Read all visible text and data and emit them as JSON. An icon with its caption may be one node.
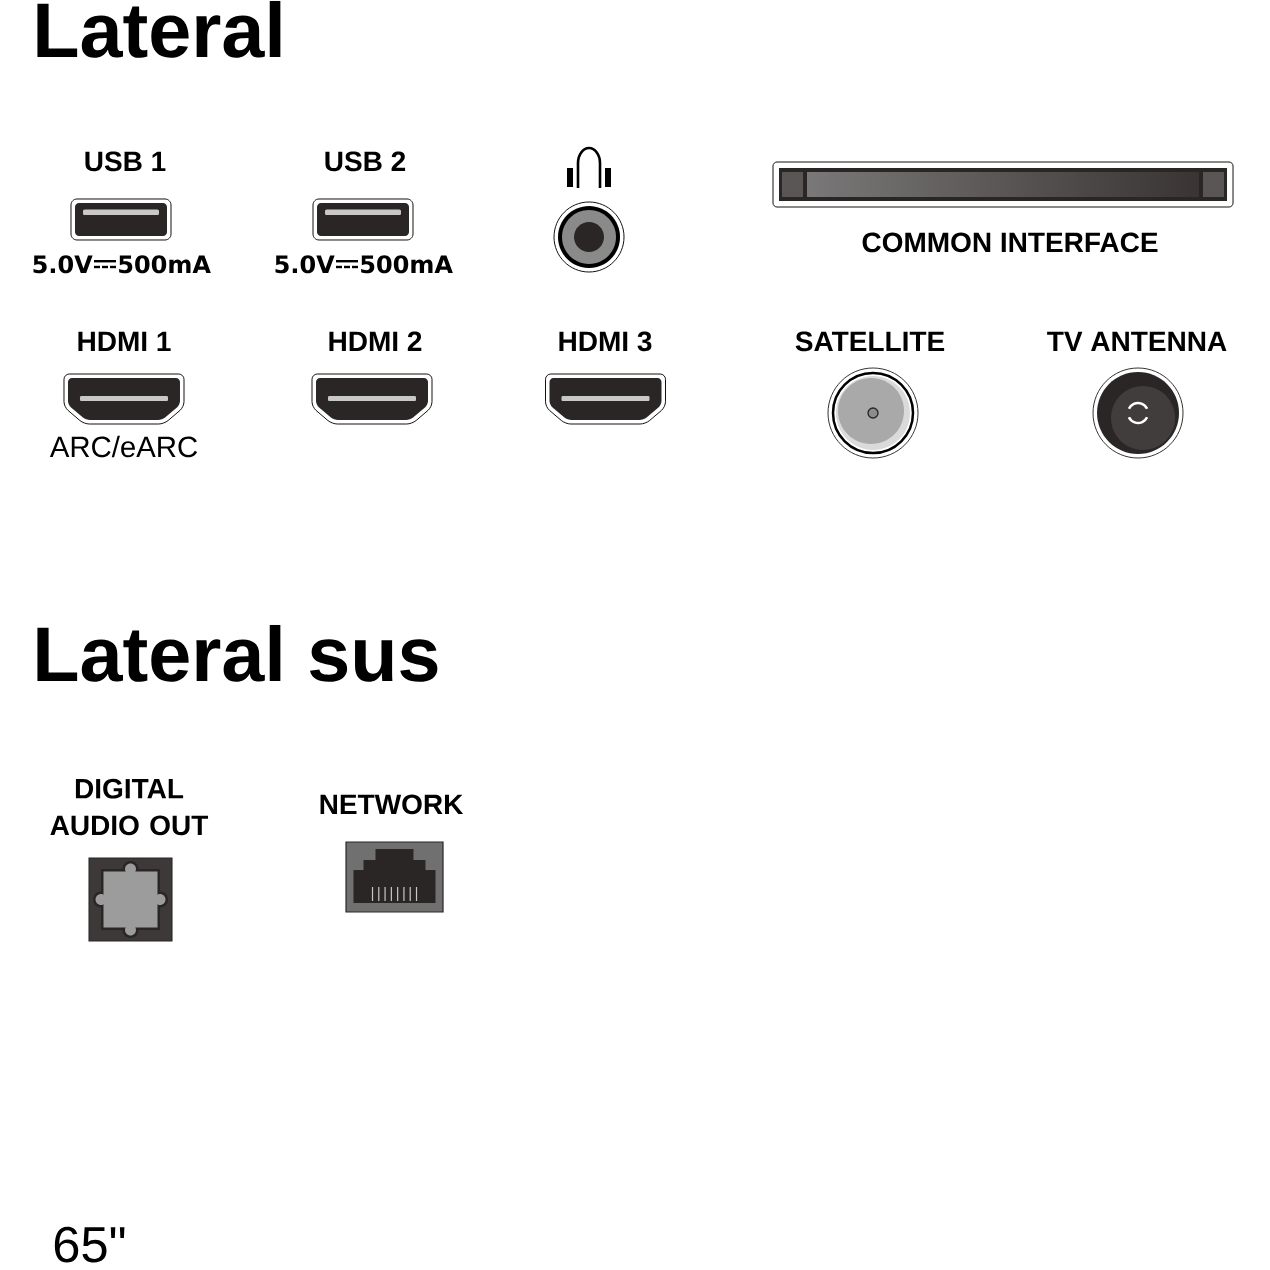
{
  "diagram": {
    "nodes": [
      {
        "text": [
          "USB 1"
        ],
        "beside": [
          "5.0V",
          "500mA"
        ]
      },
      {
        "text": [
          "USB 2"
        ],
        "beside": [
          "5.0V",
          "500mA"
        ]
      },
      {
        "text": [],
        "shape": "circle"
      },
      {
        "text": [
          "COMMON INTERFACE"
        ]
      },
      {
        "text": [
          "HDMI 1"
        ],
        "beside": [
          "ARC/eARC"
        ]
      },
      {
        "text": [
          "HDMI 2"
        ]
      },
      {
        "text": [
          "HDMI 3"
        ]
      },
      {
        "text": [
          "SATELLITE"
        ]
      },
      {
        "text": [
          "TV ANTENNA"
        ]
      },
      {
        "text": [
          "DIGITAL AUDIO OUT"
        ]
      },
      {
        "text": [
          "NETWORK"
        ]
      }
    ],
    "labels": [
      "Lateral",
      "Lateral sus",
      "65\""
    ]
  }
}
